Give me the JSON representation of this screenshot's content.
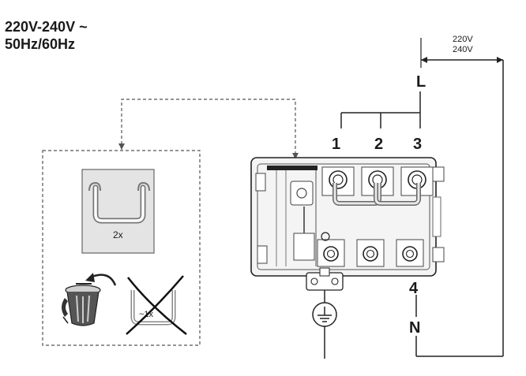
{
  "header": {
    "voltage_line": "220V-240V ~",
    "frequency_line": "50Hz/60Hz"
  },
  "supply": {
    "voltage_top": "220V",
    "voltage_bottom": "240V",
    "live": "L",
    "neutral": "N"
  },
  "terminals": {
    "t1": "1",
    "t2": "2",
    "t3": "3",
    "t4": "4"
  },
  "bridge_panel": {
    "quantity_label": "2x",
    "discard_label": "~1x"
  },
  "icons": {
    "earth": "earth-ground-icon",
    "bin": "trash-bin-icon",
    "bridge": "bridge-link-icon",
    "cross": "cross-out-icon",
    "arrow": "curved-arrow-icon"
  }
}
